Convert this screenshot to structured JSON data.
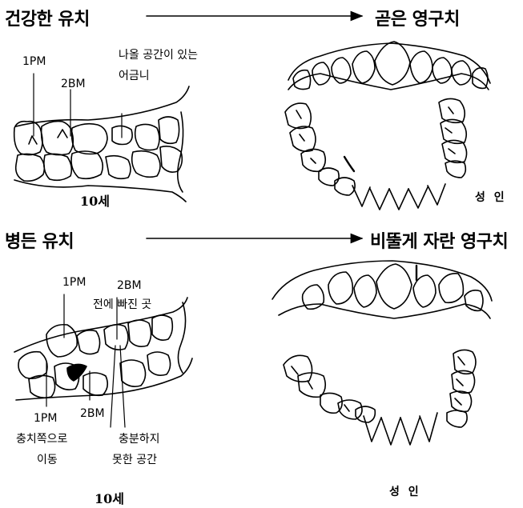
{
  "top": {
    "left_title": "건강한 유치",
    "right_title": "곧은 영구치",
    "labels": {
      "pm1": "1PM",
      "bm2": "2BM",
      "space_line1": "나올 공간이 있는",
      "space_line2": "어금니"
    },
    "child_age": "10세",
    "adult_label": "성 인"
  },
  "bottom": {
    "left_title": "병든 유치",
    "right_title": "비뚤게 자란 영구치",
    "labels": {
      "pm1_top": "1PM",
      "bm2_top": "2BM",
      "lost_before": "전에 빠진 곳",
      "pm1_bottom": "1PM",
      "moved_line1": "충치쪽으로",
      "moved_line2": "이동",
      "bm2_bottom": "2BM",
      "insufficient_line1": "충분하지",
      "insufficient_line2": "못한 공간"
    },
    "child_age": "10세",
    "adult_label": "성 인"
  }
}
